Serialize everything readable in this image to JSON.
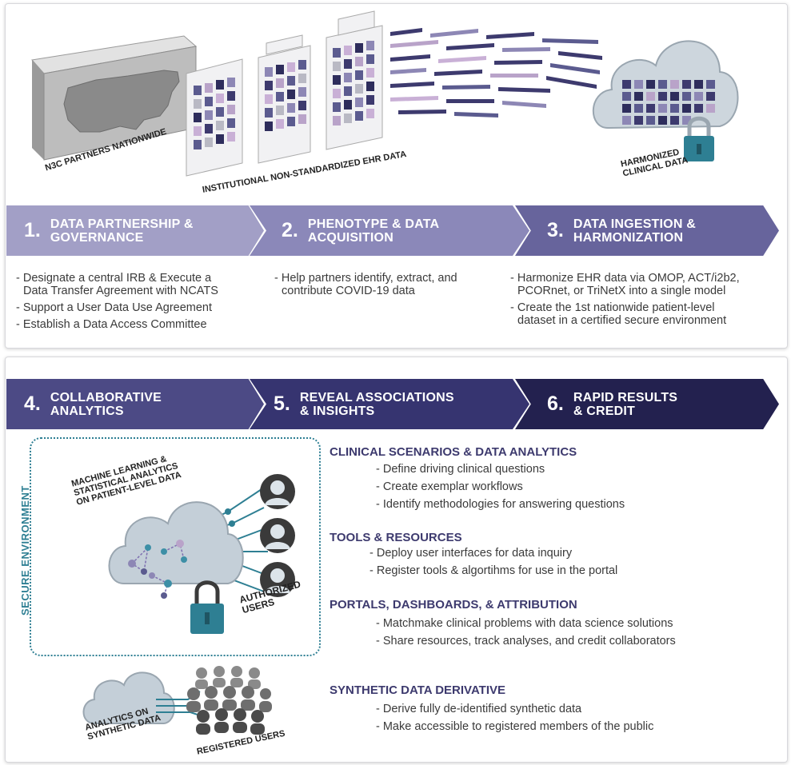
{
  "top": {
    "partners_label": "N3C PARTNERS NATIONWIDE",
    "ehr_label": "INSTITUTIONAL NON-STANDARDIZED EHR DATA",
    "harmonized_label_1": "HARMONIZED",
    "harmonized_label_2": "CLINICAL DATA"
  },
  "steps": [
    {
      "num": "1.",
      "line1": "DATA PARTNERSHIP &",
      "line2": "GOVERNANCE",
      "color": "#a29fc6"
    },
    {
      "num": "2.",
      "line1": "PHENOTYPE & DATA",
      "line2": "ACQUISITION",
      "color": "#8b88b9"
    },
    {
      "num": "3.",
      "line1": "DATA INGESTION &",
      "line2": "HARMONIZATION",
      "color": "#67649c"
    },
    {
      "num": "4.",
      "line1": "COLLABORATIVE",
      "line2": "ANALYTICS",
      "color": "#4c4a85"
    },
    {
      "num": "5.",
      "line1": "REVEAL ASSOCIATIONS",
      "line2": "& INSIGHTS",
      "color": "#363470"
    },
    {
      "num": "6.",
      "line1": "RAPID RESULTS",
      "line2": "& CREDIT",
      "color": "#23214f"
    }
  ],
  "step_bullets": {
    "col1": [
      "- Designate a central IRB & Execute a",
      "  Data Transfer Agreement with NCATS",
      "- Support a User Data Use Agreement",
      "- Establish a Data Access Committee"
    ],
    "col2": [
      "- Help partners identify, extract, and",
      "  contribute COVID-19 data"
    ],
    "col3": [
      "- Harmonize EHR data via OMOP, ACT/i2b2,",
      "  PCORnet, or TriNetX into a single model",
      "- Create the 1st nationwide patient-level",
      "  dataset in a certified secure environment"
    ]
  },
  "secure": {
    "label": "SECURE ENVIRONMENT",
    "ml_line1": "MACHINE LEARNING &",
    "ml_line2": "STATISTICAL ANALYTICS",
    "ml_line3": "ON PATIENT-LEVEL DATA",
    "auth_line1": "AUTHORIZED",
    "auth_line2": "USERS",
    "synth_line1": "ANALYTICS ON",
    "synth_line2": "SYNTHETIC DATA",
    "registered": "REGISTERED USERS"
  },
  "sections": [
    {
      "title": "CLINICAL SCENARIOS & DATA ANALYTICS",
      "items": [
        "- Define driving clinical questions",
        "- Create exemplar workflows",
        "- Identify methodologies for answering questions"
      ]
    },
    {
      "title": "TOOLS & RESOURCES",
      "items": [
        "- Deploy user interfaces for data inquiry",
        "- Register tools & algortihms for use in the portal"
      ]
    },
    {
      "title": "PORTALS, DASHBOARDS, & ATTRIBUTION",
      "items": [
        "- Matchmake clinical problems with data science solutions",
        "- Share resources, track analyses, and credit collaborators"
      ]
    },
    {
      "title": "SYNTHETIC DATA DERIVATIVE",
      "items": [
        "- Derive fully de-identified synthetic data",
        "- Make accessible to registered members of the public"
      ]
    }
  ],
  "colors": {
    "ink": "#3d3a6e",
    "teal": "#2e7f93",
    "cloud": "#c4cfd8",
    "map": "#8a8a8a"
  },
  "icons": [
    "usa-map-icon",
    "building-icon",
    "cloud-icon",
    "lock-icon",
    "user-icon",
    "network-icon",
    "crowd-icon"
  ]
}
